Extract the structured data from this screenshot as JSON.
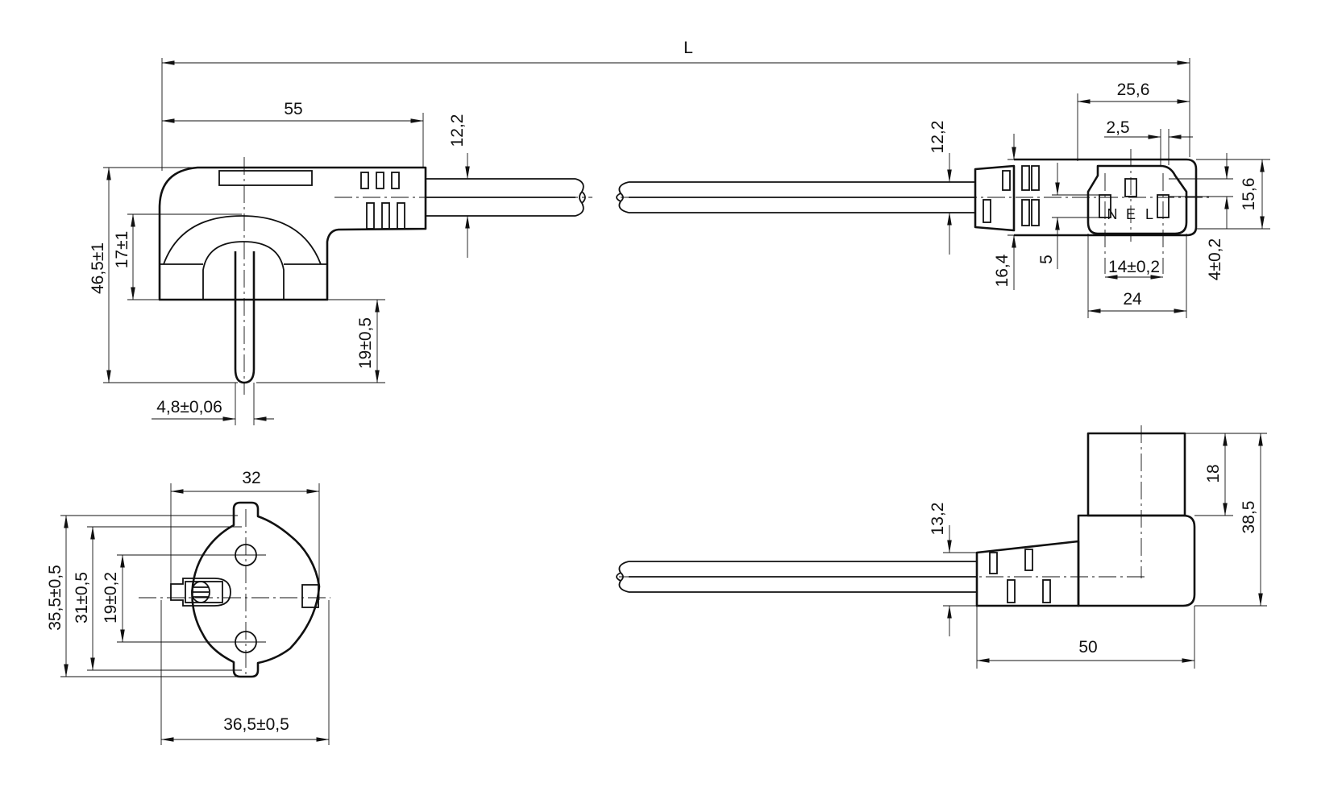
{
  "dimensions": {
    "overall_length": "L",
    "plug_length": "55",
    "cable_diameter_plug": "12,2",
    "plug_height": "46,5±1",
    "contact_offset": "17±1",
    "pin_length": "19±0,5",
    "pin_diameter": "4,8±0,06",
    "connector_depth": "25,6",
    "contact_width": "2,5",
    "cable_diameter_connector": "12,2",
    "connector_height": "15,6",
    "strain_relief": "16,4",
    "contact_gap": "5",
    "contact_spacing": "14±0,2",
    "connector_width": "24",
    "contact_height": "4±0,2",
    "face_width": "32",
    "face_total_width": "36,5±0,5",
    "face_height": "35,5±0,5",
    "face_inner_height": "31±0,5",
    "pin_spacing": "19±0,2",
    "cable_diameter_side": "13,2",
    "side_length": "50",
    "side_top_height": "18",
    "side_total_height": "38,5"
  },
  "contact_labels": {
    "neutral": "N",
    "earth": "E",
    "live": "L"
  }
}
